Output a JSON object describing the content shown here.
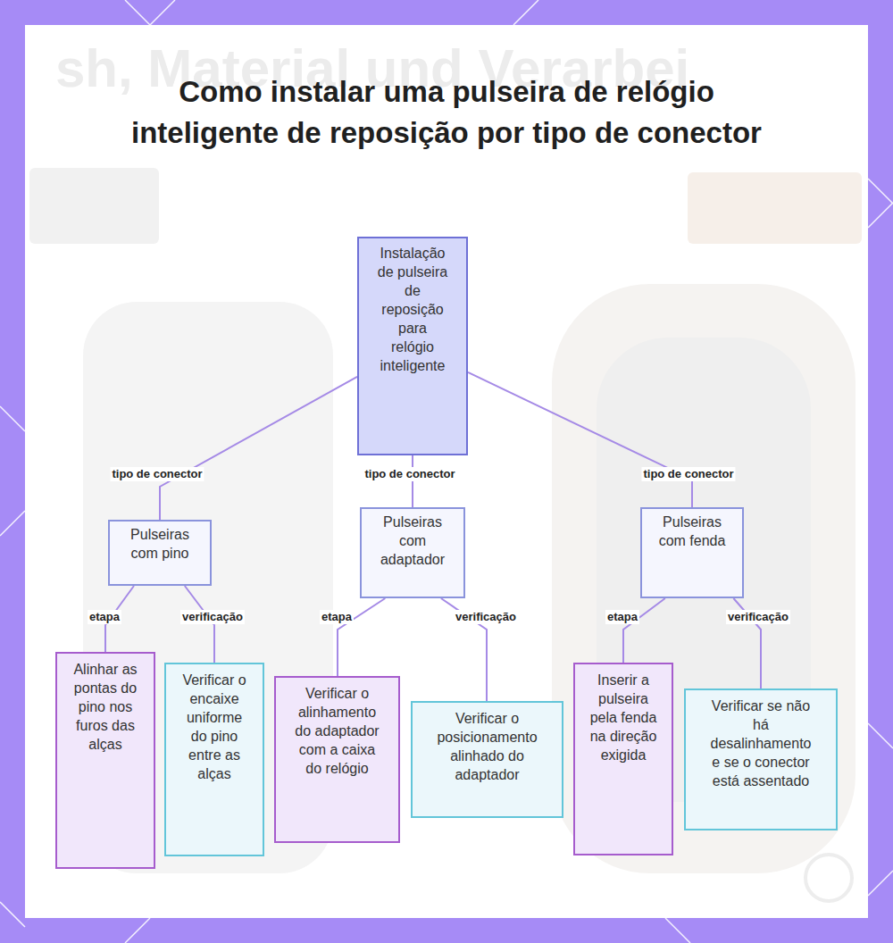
{
  "diagram": {
    "title": "Como instalar uma pulseira de relógio inteligente de reposição por tipo de conector",
    "nodes": [
      {
        "text": [
          "Instalação de pulseira de reposição para relógio inteligente"
        ]
      },
      {
        "text": [
          "Pulseiras com pino"
        ]
      },
      {
        "text": [
          "Pulseiras com adaptador"
        ]
      },
      {
        "text": [
          "Pulseiras com fenda"
        ]
      },
      {
        "text": [
          "Alinhar as pontas do pino nos furos das alças"
        ]
      },
      {
        "text": [
          "Verificar o encaixe uniforme do pino entre as alças"
        ]
      },
      {
        "text": [
          "Verificar o alinhamento do adaptador com a caixa do relógio"
        ]
      },
      {
        "text": [
          "Verificar o posicionamento alinhado do adaptador"
        ]
      },
      {
        "text": [
          "Inserir a pulseira pela fenda na direção exigida"
        ]
      },
      {
        "text": [
          "Verificar se não há desalinhamento e se o conector está assentado"
        ]
      }
    ],
    "edges": [
      {
        "from": 0,
        "to": 1,
        "arrow": "none",
        "label": "tipo de conector"
      },
      {
        "from": 0,
        "to": 2,
        "arrow": "none",
        "label": "tipo de conector"
      },
      {
        "from": 0,
        "to": 3,
        "arrow": "none",
        "label": "tipo de conector"
      },
      {
        "from": 1,
        "to": 4,
        "arrow": "none",
        "label": "etapa"
      },
      {
        "from": 1,
        "to": 5,
        "arrow": "none",
        "label": "verificação"
      },
      {
        "from": 2,
        "to": 6,
        "arrow": "none",
        "label": "etapa"
      },
      {
        "from": 2,
        "to": 7,
        "arrow": "none",
        "label": "verificação"
      },
      {
        "from": 3,
        "to": 8,
        "arrow": "none",
        "label": "etapa"
      },
      {
        "from": 3,
        "to": 9,
        "arrow": "none",
        "label": "verificação"
      }
    ],
    "labels": [
      "sh, Material und Verarbei"
    ]
  }
}
